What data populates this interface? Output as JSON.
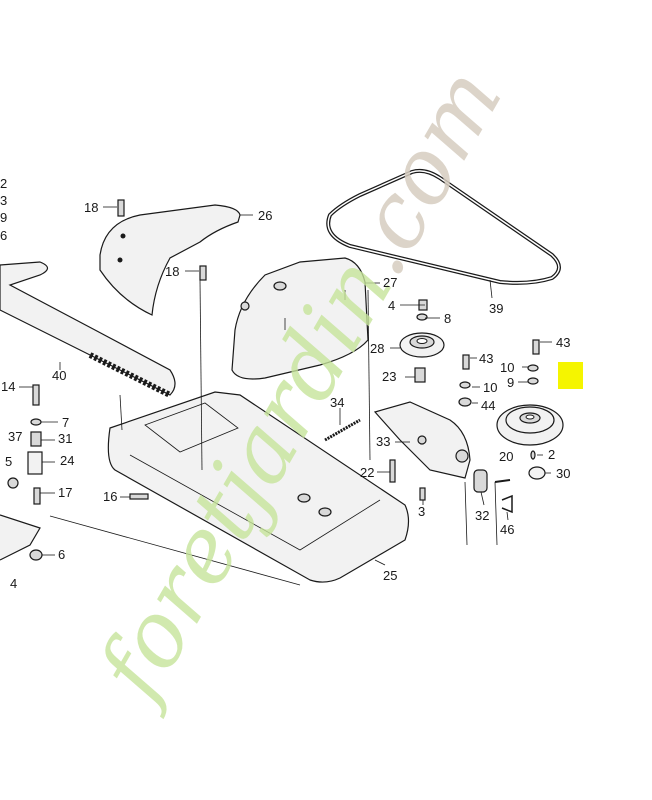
{
  "diagram": {
    "callouts": [
      "2",
      "3",
      "9",
      "6",
      "18",
      "26",
      "18",
      "27",
      "4",
      "8",
      "39",
      "43",
      "28",
      "43",
      "10",
      "9",
      "23",
      "10",
      "44",
      "34",
      "33",
      "2",
      "20",
      "30",
      "22",
      "3",
      "32",
      "46",
      "14",
      "7",
      "37",
      "31",
      "5",
      "24",
      "17",
      "16",
      "6",
      "4",
      "25",
      "40"
    ],
    "highlight_color": "#f5f500"
  },
  "watermark": {
    "part1": "foret",
    "part2": "jardin",
    "part3": ".com",
    "color1": "#c6e39a",
    "color2": "#f6cf9c",
    "color3": "#d6cdc0"
  }
}
